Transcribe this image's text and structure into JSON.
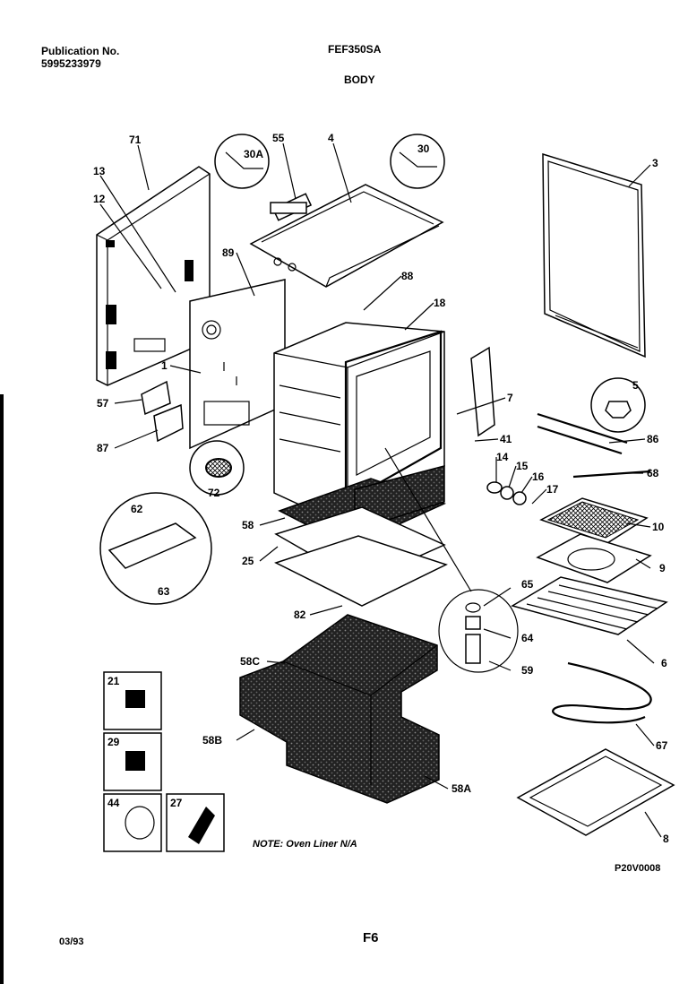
{
  "header": {
    "publication_label": "Publication No.",
    "publication_number": "5995233979",
    "model": "FEF350SA",
    "section": "BODY"
  },
  "footer": {
    "date": "03/93",
    "page": "F6",
    "diagram_code": "P20V0008"
  },
  "note": "NOTE: Oven Liner N/A",
  "callouts": [
    "71",
    "13",
    "12",
    "55",
    "30A",
    "4",
    "30",
    "3",
    "89",
    "88",
    "18",
    "1",
    "57",
    "87",
    "72",
    "7",
    "41",
    "86",
    "5",
    "68",
    "14",
    "15",
    "16",
    "17",
    "62",
    "63",
    "58",
    "25",
    "10",
    "9",
    "65",
    "82",
    "64",
    "6",
    "59",
    "58C",
    "58B",
    "58A",
    "67",
    "8",
    "21",
    "29",
    "44",
    "27"
  ]
}
